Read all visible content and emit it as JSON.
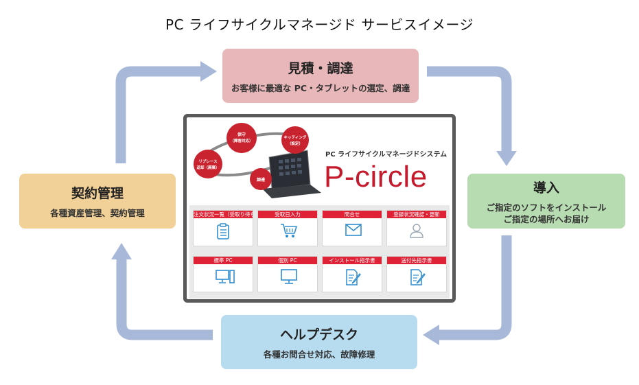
{
  "title": "PC ライフサイクルマネージド サービスイメージ",
  "colors": {
    "arrow": "#a8b8d8",
    "procure": "#e8b7b9",
    "contract": "#f1d198",
    "intro": "#b8dcb1",
    "helpdesk": "#b7dcf0",
    "brand_red": "#c41a2c",
    "tile_label_red": "#e02237"
  },
  "procure": {
    "heading": "見積・調達",
    "sub": "お客様に最適な PC・タブレットの選定、調達"
  },
  "contract": {
    "heading": "契約管理",
    "sub": "各種資産管理、契約管理"
  },
  "intro": {
    "heading": "導入",
    "sub1": "ご指定のソフトをインストール",
    "sub2": "ご指定の場所へお届け"
  },
  "helpdesk": {
    "heading": "ヘルプデスク",
    "sub": "各種お問合せ対応、故障修理"
  },
  "screen": {
    "system_sub": "PC ライフサイクルマネージドシステム",
    "system_name": "P-circle",
    "orbit": {
      "maint_1": "保守",
      "maint_2": "（障害対応）",
      "kit_1": "キッティング",
      "kit_2": "（設定）",
      "replace_1": "リプレース",
      "replace_2": "返却（廃棄）",
      "procure": "調達"
    },
    "tiles": [
      {
        "label": "注文状況一覧（受取り待ち）",
        "icon": "clipboard-icon"
      },
      {
        "label": "受取日入力",
        "icon": "cart-icon"
      },
      {
        "label": "問合せ",
        "icon": "mail-icon"
      },
      {
        "label": "登録状況確認・更新",
        "icon": "user-icon"
      },
      {
        "label": "標準 PC",
        "icon": "desktop-tower-icon"
      },
      {
        "label": "個別 PC",
        "icon": "monitor-icon"
      },
      {
        "label": "インストール指示書",
        "icon": "document-pen-icon"
      },
      {
        "label": "送付先指示書",
        "icon": "document-pen-icon"
      }
    ]
  }
}
